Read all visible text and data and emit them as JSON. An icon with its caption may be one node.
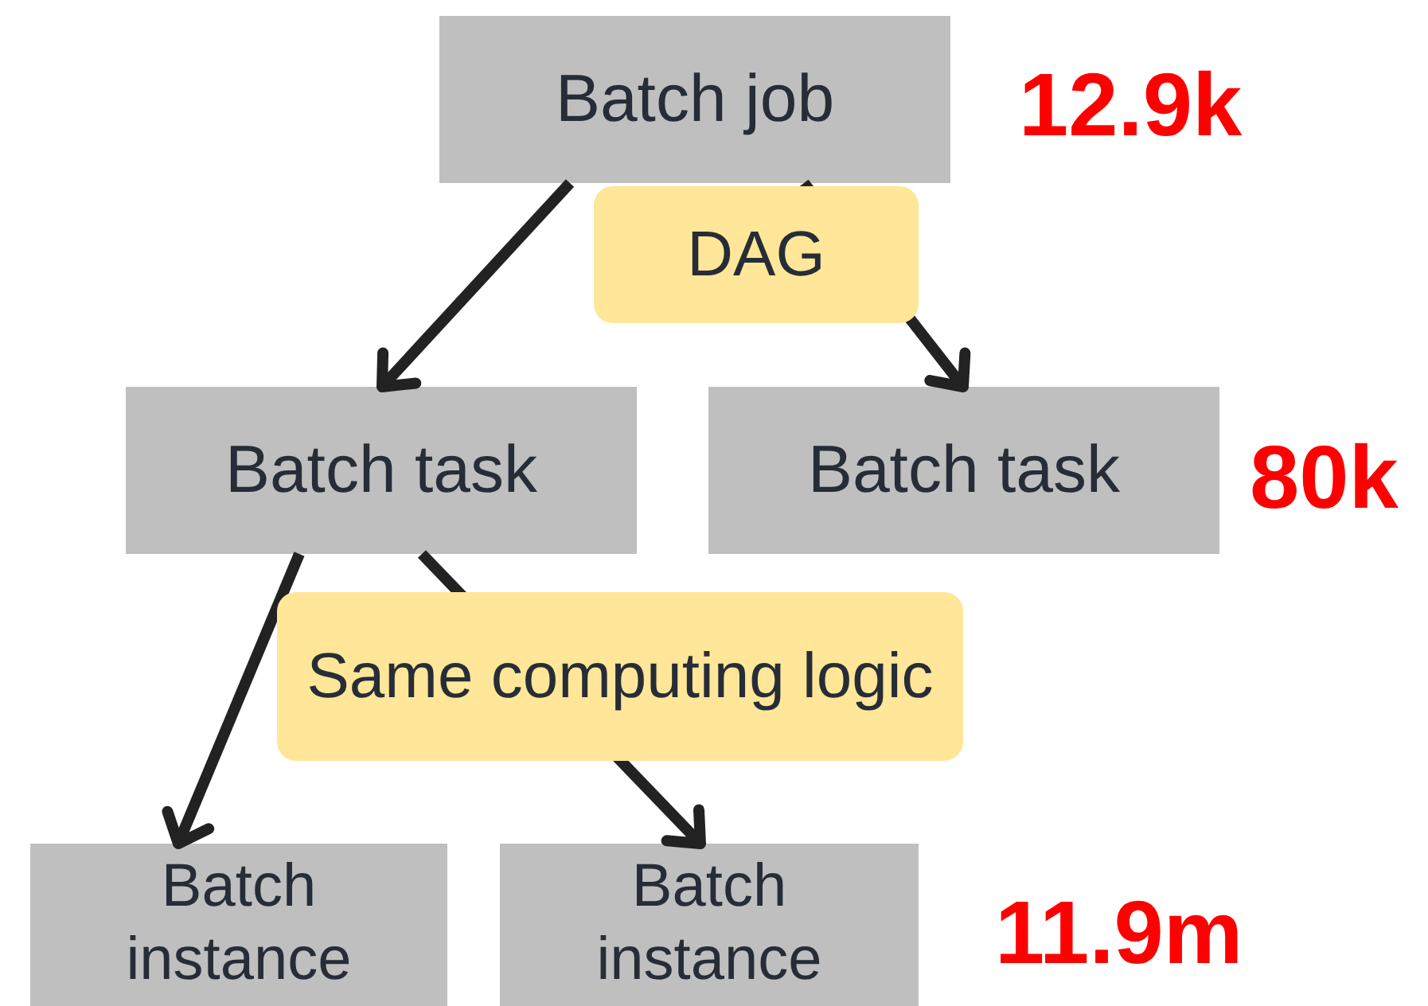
{
  "diagram": {
    "nodes": [
      {
        "text": [
          "Batch job"
        ]
      },
      {
        "text": [
          "Batch task"
        ]
      },
      {
        "text": [
          "Batch task"
        ]
      },
      {
        "text": [
          "Batch instance"
        ]
      },
      {
        "text": [
          "Batch instance"
        ]
      }
    ],
    "edges": [
      {
        "from": 0,
        "to": 1,
        "arrow": "to"
      },
      {
        "from": 0,
        "to": 2,
        "arrow": "to",
        "label": "DAG"
      },
      {
        "from": 1,
        "to": 3,
        "arrow": "to"
      },
      {
        "from": 1,
        "to": 4,
        "arrow": "to",
        "label": "Same computing logic"
      }
    ],
    "labels": [
      "12.9k",
      "80k",
      "11.9m"
    ]
  }
}
